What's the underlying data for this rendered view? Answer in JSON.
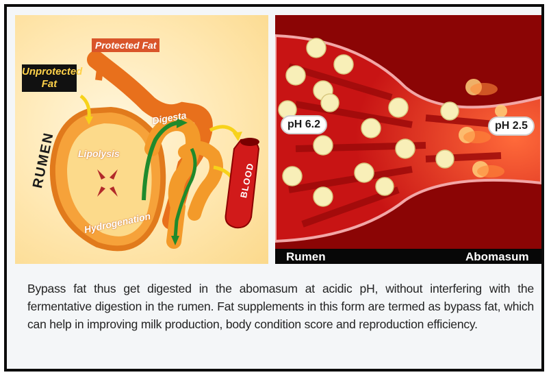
{
  "left_diagram": {
    "protected_fat": "Protected Fat",
    "unprotected_fat_line1": "Unprotected",
    "unprotected_fat_line2": "Fat",
    "rumen": "RUMEN",
    "lipolysis": "Lipolysis",
    "hydrogenation": "Hydrogenation",
    "digesta": "Digesta",
    "blood": "BLOOD"
  },
  "right_diagram": {
    "ph_left": "pH 6.2",
    "ph_right": "pH 2.5",
    "label_rumen": "Rumen",
    "label_abomasum": "Abomasum"
  },
  "caption": "Bypass fat thus get digested in the abomasum at acidic pH, without interfering with the fermentative digestion in the rumen. Fat supplements in this form are termed as bypass fat, which can help in improving milk production, body condition score and reproduction efficiency.",
  "colors": {
    "tube_orange": "#f39a2a",
    "red_bg": "#8b0505",
    "channel_red": "#d81e1e",
    "blood_red": "#d11a1a"
  }
}
